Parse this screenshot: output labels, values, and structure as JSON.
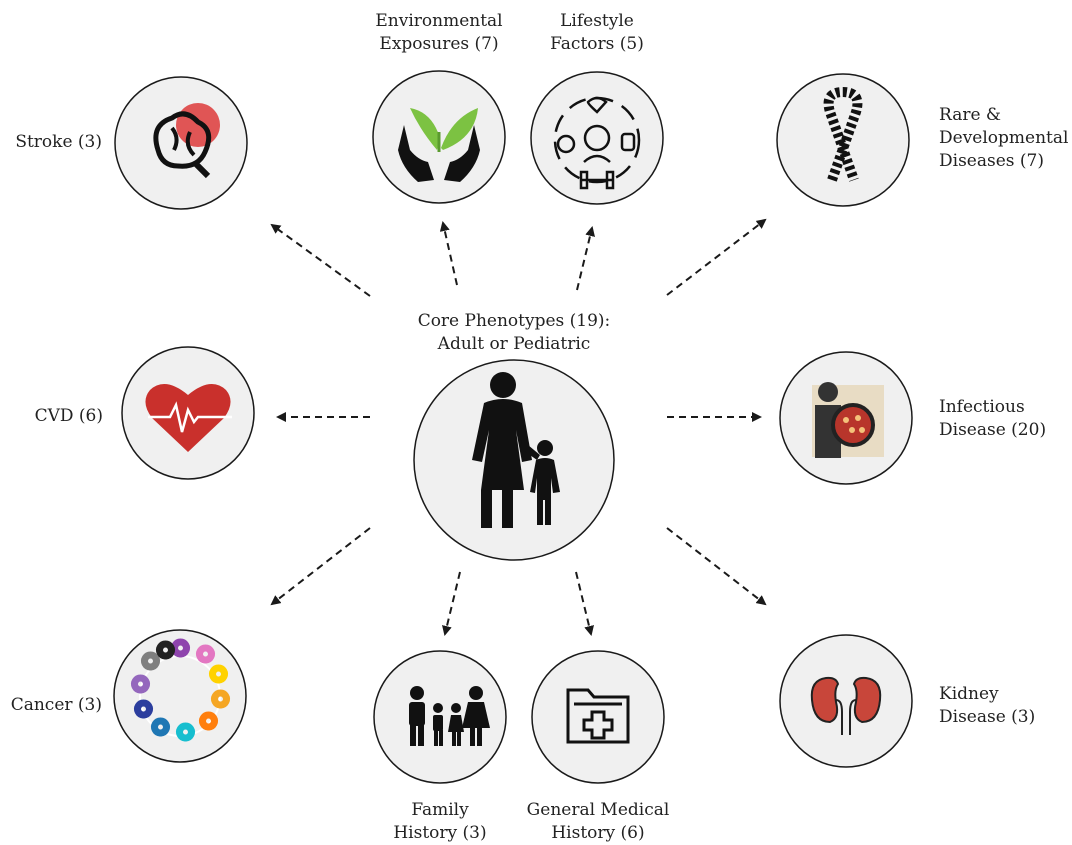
{
  "center": {
    "title_line1": "Core Phenotypes (19):",
    "title_line2": "Adult or Pediatric",
    "icon": "adult-child-icon"
  },
  "nodes": {
    "environmental": {
      "line1": "Environmental",
      "line2": "Exposures (7)",
      "icon": "hands-plant-icon"
    },
    "lifestyle": {
      "line1": "Lifestyle",
      "line2": "Factors (5)",
      "icon": "lifestyle-wheel-icon"
    },
    "stroke": {
      "line1": "Stroke (3)",
      "icon": "brain-icon"
    },
    "rare": {
      "line1": "Rare &",
      "line2": "Developmental",
      "line3": "Diseases (7)",
      "icon": "zebra-ribbon-icon"
    },
    "cvd": {
      "line1": "CVD (6)",
      "icon": "heart-pulse-icon"
    },
    "infectious": {
      "line1": "Infectious",
      "line2": "Disease (20)",
      "icon": "bacteria-magnifier-icon"
    },
    "cancer": {
      "line1": "Cancer (3)",
      "icon": "ribbon-circle-icon"
    },
    "family": {
      "line1": "Family",
      "line2": "History (3)",
      "icon": "family-icon"
    },
    "medical": {
      "line1": "General Medical",
      "line2": "History (6)",
      "icon": "medical-folder-icon"
    },
    "kidney": {
      "line1": "Kidney",
      "line2": "Disease (3)",
      "icon": "kidneys-icon"
    }
  },
  "colors": {
    "circle_fill": "#f0f0f0",
    "stroke": "#1a1a1a",
    "heart": "#c9302c",
    "brain_dot": "#e05555",
    "leaf": "#7cc242",
    "kidney": "#c8463a",
    "bacteria": "#b8352b"
  }
}
